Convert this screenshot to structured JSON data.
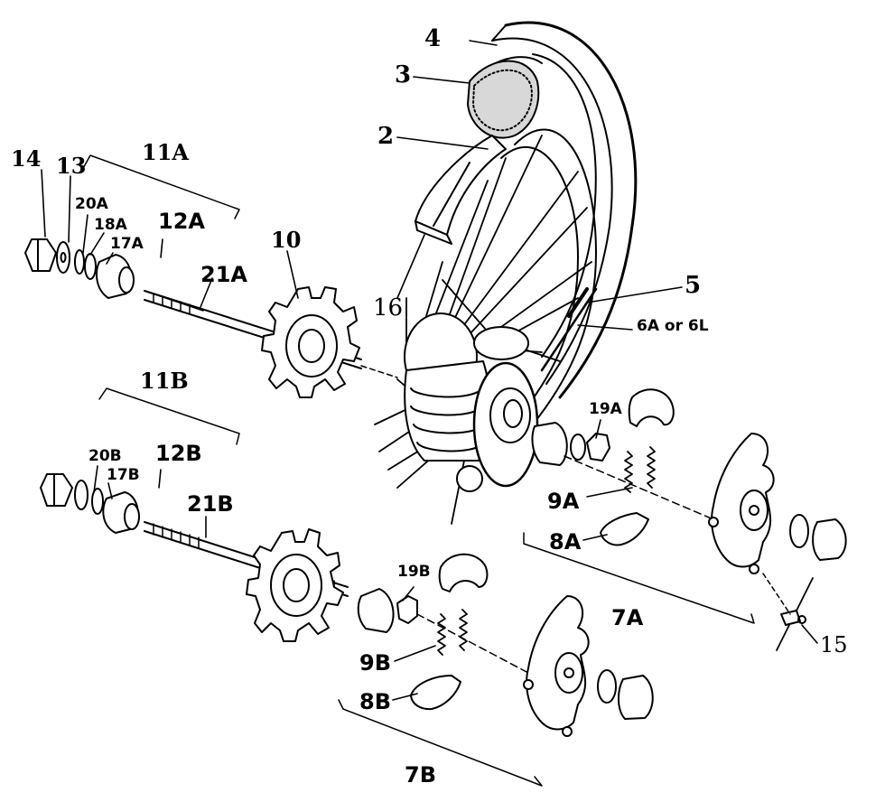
{
  "labels": {
    "l4": "4",
    "l3": "3",
    "l2": "2",
    "l16": "16",
    "l5": "5",
    "l6": "6A or 6L",
    "l14": "14",
    "l13": "13",
    "l11a": "11A",
    "l20a": "20A",
    "l18a": "18A",
    "l17a": "17A",
    "l12a": "12A",
    "l21a": "21A",
    "l10": "10",
    "l11b": "11B",
    "l20b": "20B",
    "l17b": "17B",
    "l12b": "12B",
    "l21b": "21B",
    "l19a": "19A",
    "l9a": "9A",
    "l8a": "8A",
    "l7a": "7A",
    "l15": "15",
    "l19b": "19B",
    "l9b": "9B",
    "l8b": "8B",
    "l7b": "7B"
  },
  "colors": {
    "ink": "#000000",
    "paper": "#ffffff",
    "tread": "#d8d8d8"
  }
}
